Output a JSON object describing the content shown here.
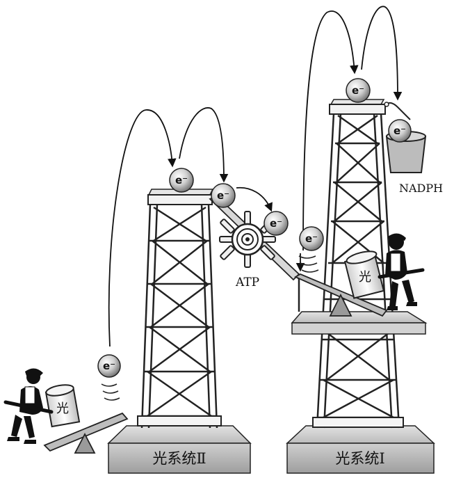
{
  "bases": {
    "ps2": "光系统Ⅱ",
    "ps1": "光系统Ⅰ"
  },
  "labels": {
    "atp": "ATP",
    "nadph": "NADPH"
  },
  "cylinder_text": {
    "left": "光",
    "right": "光"
  },
  "electron_symbol": "e⁻"
}
